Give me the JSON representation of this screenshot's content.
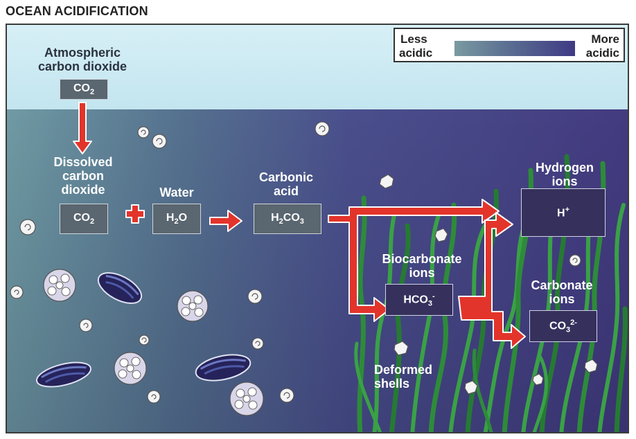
{
  "title": "OCEAN ACIDIFICATION",
  "legend": {
    "left_line1": "Less",
    "left_line2": "acidic",
    "right_line1": "More",
    "right_line2": "acidic"
  },
  "atmospheric": {
    "line1": "Atmospheric",
    "line2": "carbon dioxide",
    "box": "CO2"
  },
  "dissolved": {
    "line1": "Dissolved",
    "line2": "carbon",
    "line3": "dioxide",
    "box": "CO2"
  },
  "water": {
    "label": "Water",
    "box": "H2O"
  },
  "carbonic": {
    "line1": "Carbonic",
    "line2": "acid",
    "box": "H2CO3"
  },
  "hydrogen": {
    "line1": "Hydrogen",
    "line2": "ions",
    "box": "H+"
  },
  "biocarbonate": {
    "line1": "Biocarbonate",
    "line2": "ions",
    "box": "HCO3-"
  },
  "carbonate": {
    "line1": "Carbonate",
    "line2": "ions",
    "box": "CO32-"
  },
  "deformed": {
    "line1": "Deformed",
    "line2": "shells"
  },
  "colors": {
    "arrow": "#e3342b",
    "sky": "#cde9f1",
    "sea_left": "#6f9aa3",
    "sea_right": "#433b80",
    "seagrass": "#2f8a3a"
  }
}
